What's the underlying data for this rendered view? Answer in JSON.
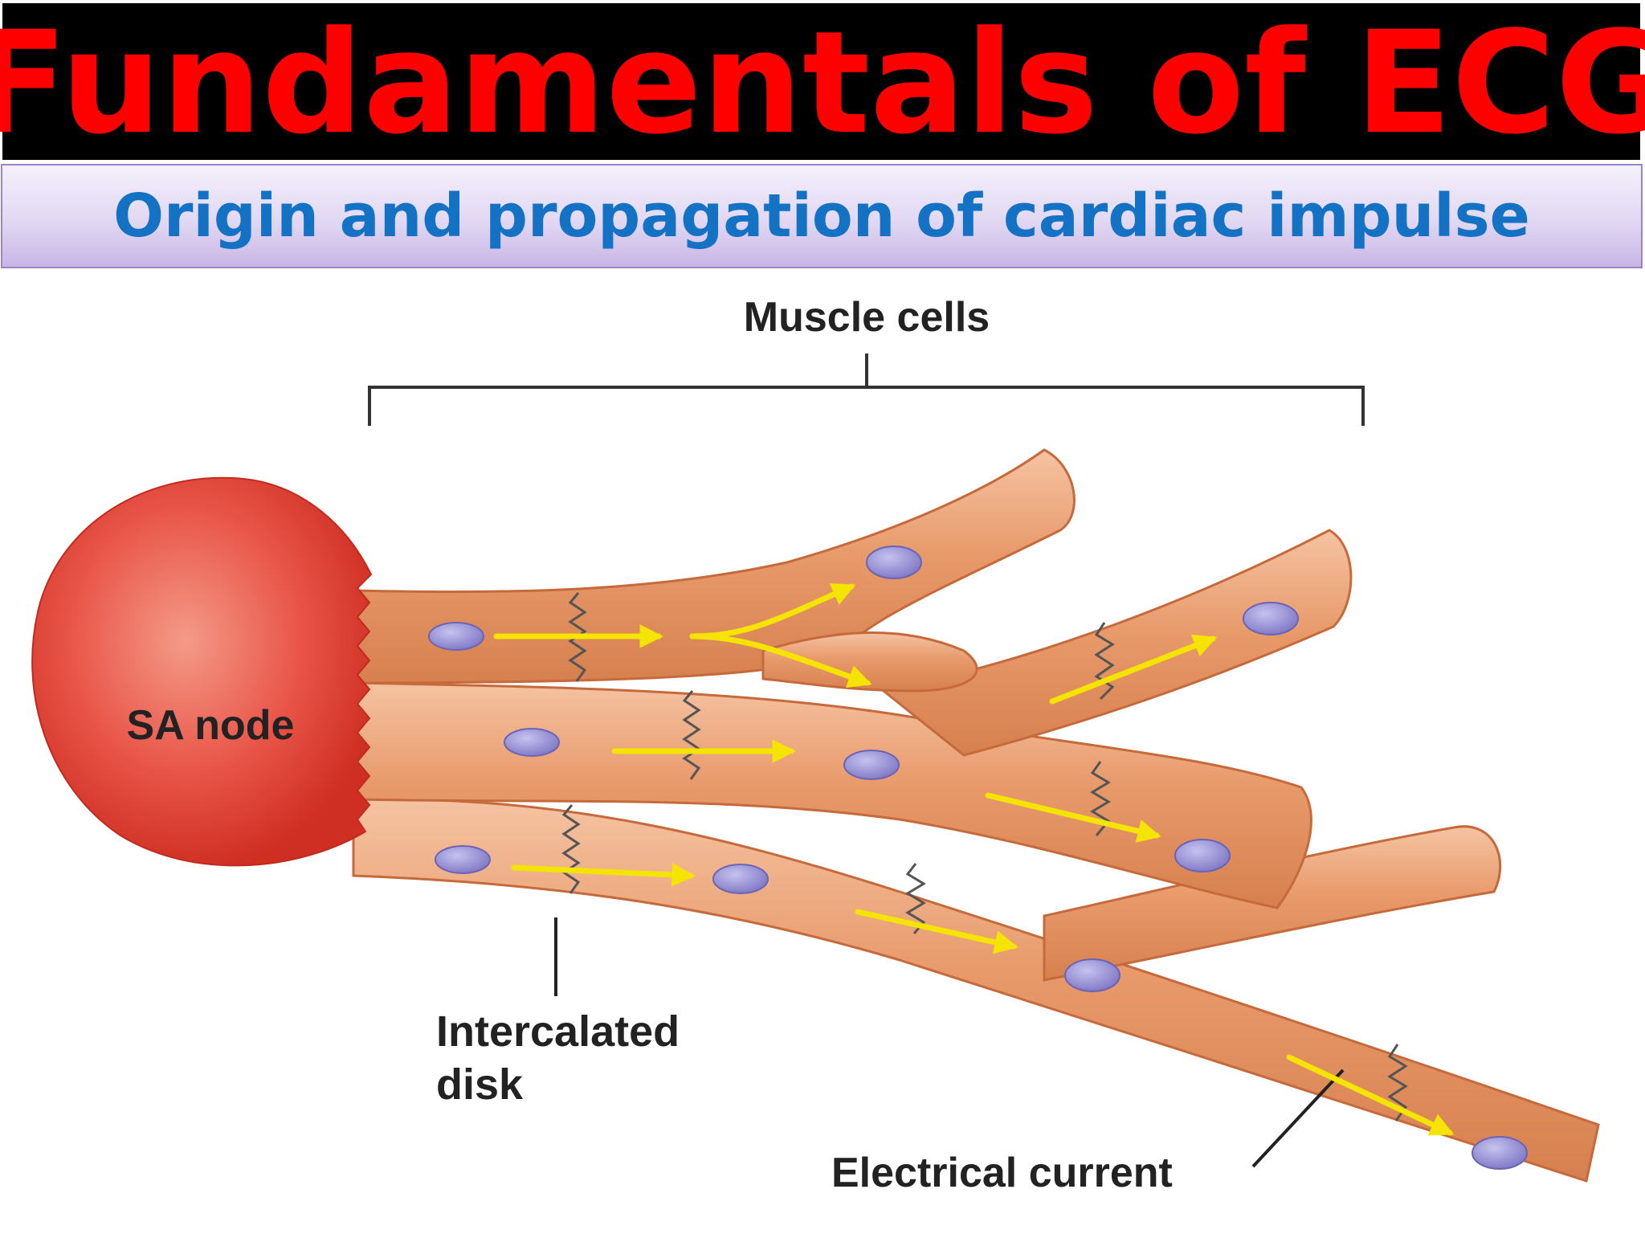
{
  "slide": {
    "title": "Fundamentals of ECG",
    "subtitle": "Origin and propagation of cardiac impulse"
  },
  "diagram": {
    "labels": {
      "muscle_cells": "Muscle cells",
      "sa_node": "SA node",
      "intercalated_disk_line1": "Intercalated",
      "intercalated_disk_line2": "disk",
      "electrical_current": "Electrical current"
    },
    "colors": {
      "title_bg": "#000000",
      "title_text": "#ff0000",
      "subtitle_text": "#1472c4",
      "sa_node": "#e8493a",
      "muscle_fiber": "#e79b6e",
      "nucleus": "#8e88cf",
      "current_arrow": "#f5e400"
    }
  }
}
